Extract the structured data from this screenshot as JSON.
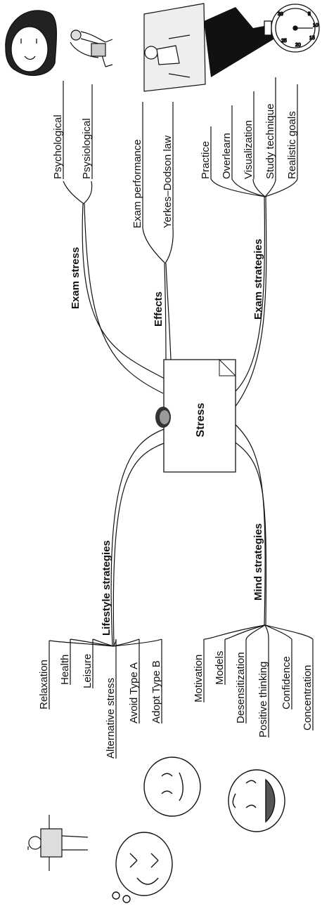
{
  "center": {
    "label": "Stress"
  },
  "branches": {
    "exam_stress": {
      "label": "Exam stress",
      "items": [
        "Psychological",
        "Psysiological"
      ]
    },
    "effects": {
      "label": "Effects",
      "items": [
        "Exam performance",
        "Yerkes–Dodson law"
      ]
    },
    "exam_strategies": {
      "label": "Exam strategies",
      "items": [
        "Practice",
        "Overlearn",
        "Visualization",
        "Study technique",
        "Realistic goals"
      ]
    },
    "lifestyle_strategies": {
      "label": "Lifestyle strategies",
      "items": [
        "Relaxation",
        "Health",
        "Leisure",
        "Alternative stress",
        "Avoid Type A",
        "Adopt Type B"
      ]
    },
    "mind_strategies": {
      "label": "Mind strategies",
      "items": [
        "Motivation",
        "Models",
        "Desensitization",
        "Positive thinking",
        "Confidence",
        "Concentration"
      ]
    }
  },
  "illustrations": [
    "woman-face-icon",
    "sitting-man-icon",
    "meditating-person-icon",
    "checkmark-icon",
    "stopwatch-icon",
    "standing-man-icon",
    "angry-face-icon",
    "calm-face-icon",
    "laughing-face-icon"
  ],
  "stopwatch_labels": [
    "5",
    "10",
    "15",
    "20",
    "25",
    "30"
  ],
  "colors": {
    "ink": "#111111",
    "paper": "#ffffff",
    "button": "#9a9a9a"
  }
}
